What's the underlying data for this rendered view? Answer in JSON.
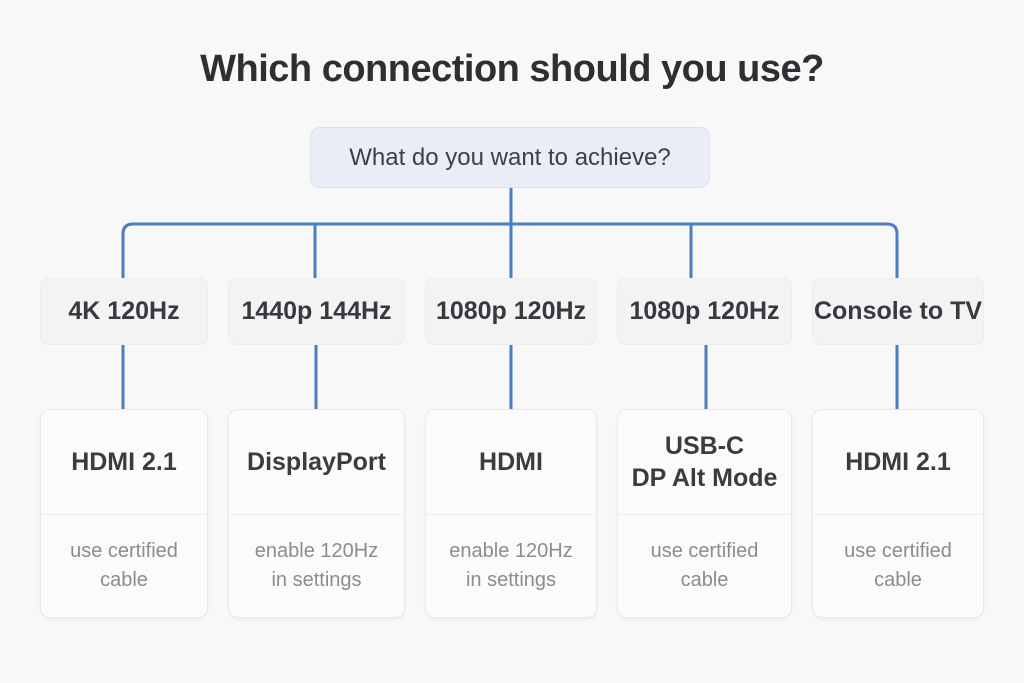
{
  "title": "Which connection should you use?",
  "root_question": "What do you want to achieve?",
  "columns": [
    {
      "goal": "4K 120Hz",
      "connection": "HDMI 2.1",
      "note": "use certified\ncable"
    },
    {
      "goal": "1440p 144Hz",
      "connection": "DisplayPort",
      "note": "enable 120Hz\nin settings"
    },
    {
      "goal": "1080p 120Hz",
      "connection": "HDMI",
      "note": "enable 120Hz\nin settings"
    },
    {
      "goal": "1080p 120Hz",
      "connection": "USB-C\nDP Alt Mode",
      "note": "use certified\ncable"
    },
    {
      "goal": "Console to TV",
      "connection": "HDMI 2.1",
      "note": "use certified\ncable"
    }
  ],
  "colors": {
    "page-bg": "#f8f8f8",
    "title-color": "#2d2f33",
    "root-box-bg": "#e9eef6",
    "root-box-border": "#dbe2ee",
    "connector-color": "#4a7dc3",
    "goal-box-bg": "#f3f3f4",
    "result-card-bg": "#fbfbfb"
  }
}
